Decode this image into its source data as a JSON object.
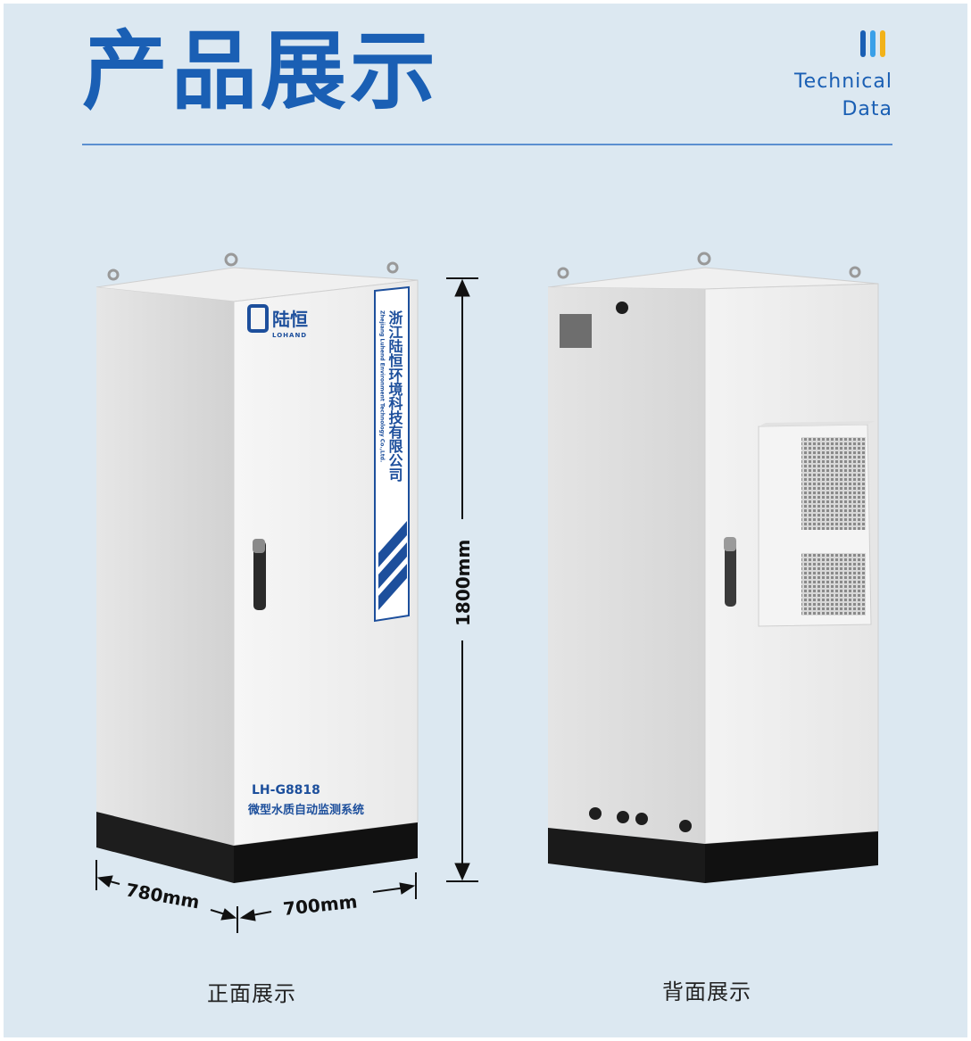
{
  "header": {
    "title": "产品展示",
    "subtitle_line1": "Technical",
    "subtitle_line2": "Data",
    "accent_color": "#1a5fb4"
  },
  "front_cabinet": {
    "brand_cn": "陆恒",
    "brand_en": "LOHAND",
    "company_cn": "浙江陆恒环境科技有限公司",
    "company_en": "Zhejiang Luhend Environment Technology Co.,Ltd.",
    "model": "LH-G8818",
    "product_name": "微型水质自动监测系统"
  },
  "dimensions": {
    "height": "1800mm",
    "depth": "780mm",
    "width": "700mm"
  },
  "captions": {
    "front": "正面展示",
    "back": "背面展示"
  }
}
